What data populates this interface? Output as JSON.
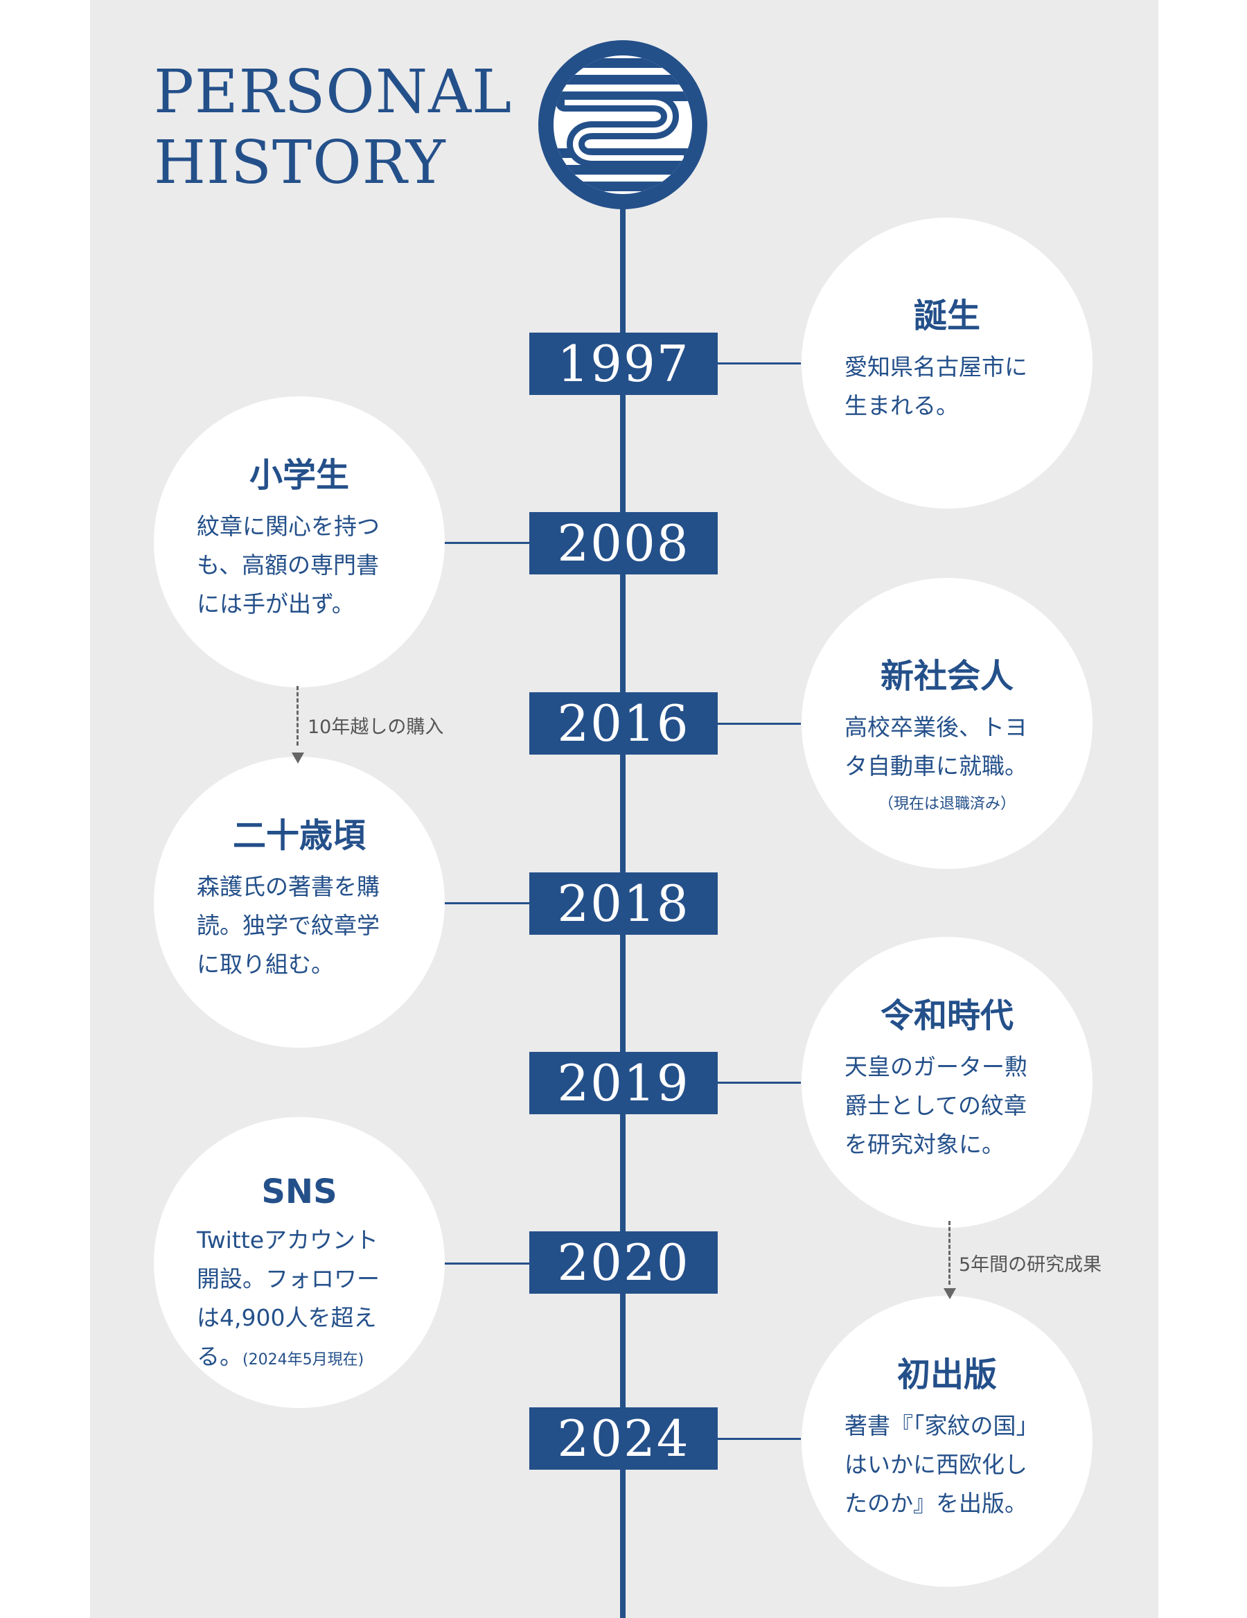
{
  "title": {
    "line1": "PERSONAL",
    "line2": "HISTORY"
  },
  "colors": {
    "primary": "#24508a",
    "background": "#ebebeb",
    "card": "#ffffff",
    "arrow": "#666666"
  },
  "emblem": {
    "icon": "monogram-emblem-icon"
  },
  "events": [
    {
      "year": "1997",
      "heading": "誕生",
      "lines": [
        "愛知県名古屋市に",
        "生まれる。"
      ]
    },
    {
      "year": "2008",
      "heading": "小学生",
      "lines": [
        "紋章に関心を持つ",
        "も、高額の専門書",
        "には手が出ず。"
      ]
    },
    {
      "year": "2016",
      "heading": "新社会人",
      "lines": [
        "高校卒業後、トヨ",
        "タ自動車に就職。"
      ],
      "note": "（現在は退職済み）"
    },
    {
      "year": "2018",
      "heading": "二十歳頃",
      "lines": [
        "森護氏の著書を購",
        "読。独学で紋章学",
        "に取り組む。"
      ]
    },
    {
      "year": "2019",
      "heading": "令和時代",
      "lines": [
        "天皇のガーター勲",
        "爵士としての紋章",
        "を研究対象に。"
      ]
    },
    {
      "year": "2020",
      "heading": "SNS",
      "lines": [
        "Twitteアカウント",
        "開設。フォロワー",
        "は4,900人を超え",
        "る。"
      ],
      "note": "(2024年5月現在)"
    },
    {
      "year": "2024",
      "heading": "初出版",
      "lines": [
        "著書『「家紋の国」",
        "はいかに西欧化し",
        "たのか』を出版。"
      ]
    }
  ],
  "arrows": [
    {
      "label": "10年越しの購入"
    },
    {
      "label": "5年間の研究成果"
    }
  ]
}
